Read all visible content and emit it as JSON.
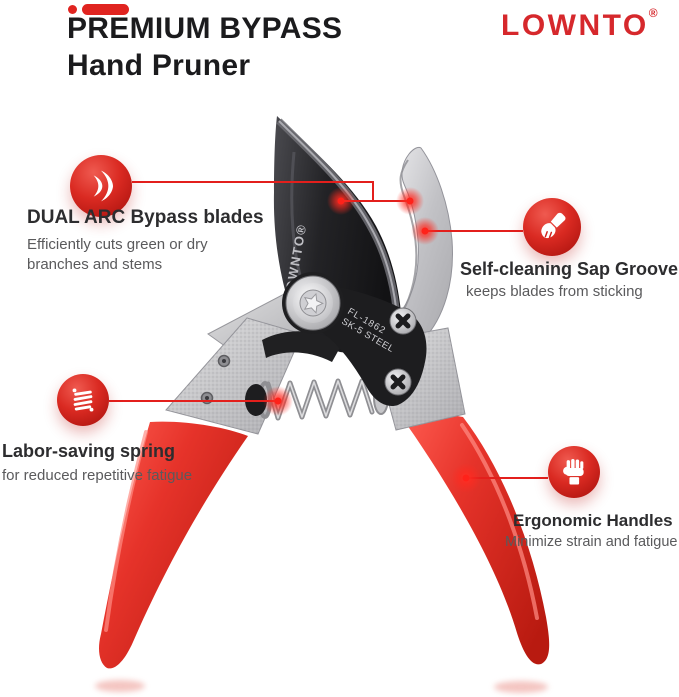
{
  "header": {
    "title_line1": "PREMIUM BYPASS",
    "title_line2": "Hand Pruner",
    "brand": "LOWNTO",
    "brand_reg": "®"
  },
  "product": {
    "name": "bypass hand pruner",
    "blade_brand": "LOWNTO®",
    "model_engraving": "FL-1862",
    "steel_engraving": "SK-5 STEEL",
    "handle_color": "#e2342a",
    "blade_color": "#1c1c1e",
    "metal_color": "#c6c6c9"
  },
  "callouts": [
    {
      "icon": "dual-arc-blades-icon",
      "title": "DUAL ARC Bypass blades",
      "desc": [
        "Efficiently cuts green or dry",
        "branches and stems"
      ]
    },
    {
      "icon": "cleaning-brush-icon",
      "title": "Self-cleaning Sap Groove",
      "desc": [
        "keeps blades from sticking"
      ]
    },
    {
      "icon": "spring-icon",
      "title": "Labor-saving spring",
      "desc": [
        "for reduced repetitive fatigue"
      ]
    },
    {
      "icon": "fist-icon",
      "title": "Ergonomic Handles",
      "desc": [
        "Minimize strain and fatigue"
      ]
    }
  ],
  "colors": {
    "accent_red": "#e02420",
    "brand_red": "#d6282c",
    "callout_line_red": "#e31f1c",
    "title_text": "#1b1b1d",
    "subtext": "#5a5a5c"
  }
}
